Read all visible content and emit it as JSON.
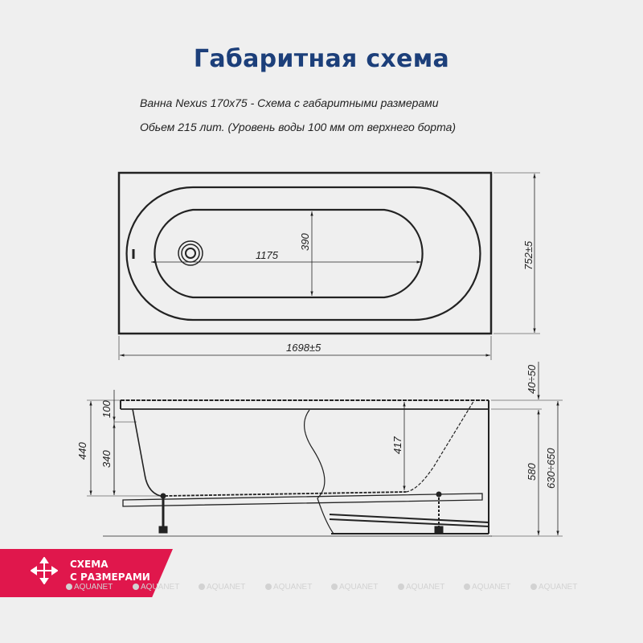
{
  "title": "Габаритная схема",
  "subtitle_1": "Ванна Nexus 170x75 - Схема с габаритными размерами",
  "subtitle_2": "Обьем 215 лит.  (Уровень воды 100 мм от верхнего борта)",
  "top_view": {
    "inner_length": "1175",
    "inner_width": "390",
    "overall_length": "1698±5",
    "overall_width": "752±5"
  },
  "side_view": {
    "total_height_left": "440",
    "rim_height": "100",
    "bowl_depth": "340",
    "depth_center": "417",
    "adjust_top": "40÷50",
    "panel_height": "580",
    "total_height_right": "630÷650"
  },
  "badge": {
    "line1": "СХЕМА",
    "line2": "С РАЗМЕРАМИ",
    "icon": "move-arrows-icon",
    "color": "#e0174c"
  },
  "watermark": "AQUANET",
  "colors": {
    "title": "#1c3f7a",
    "background": "#efefef",
    "line": "#222222"
  }
}
